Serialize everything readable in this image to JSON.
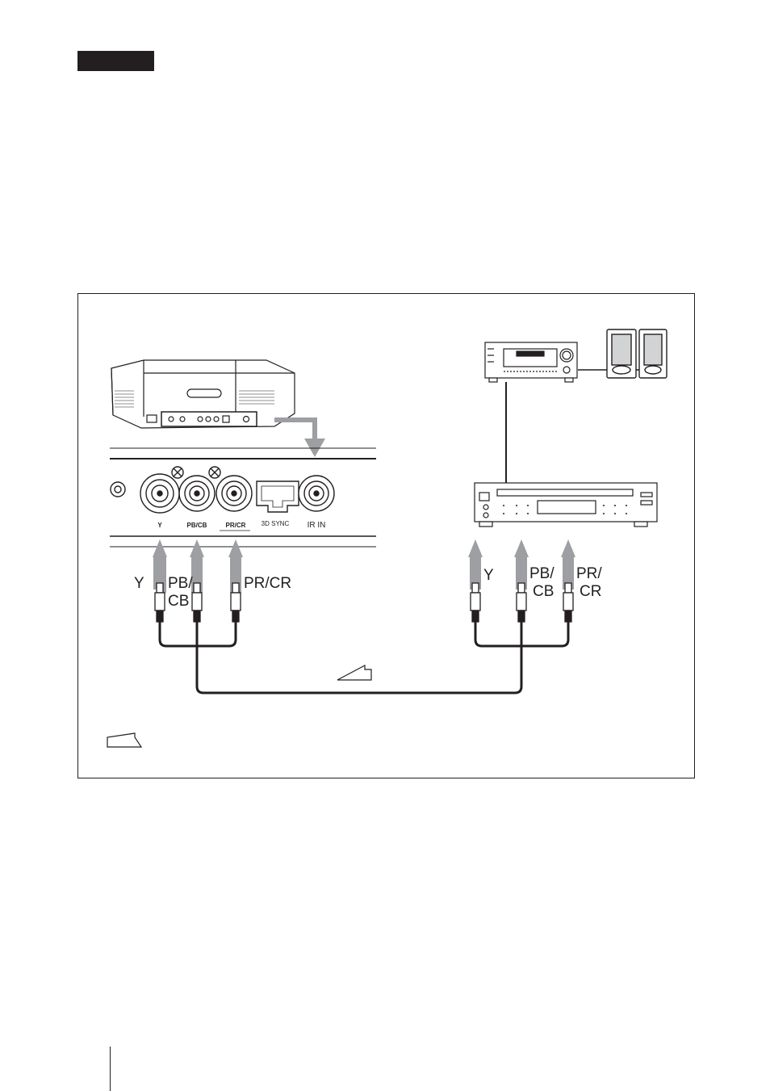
{
  "projector_panel": {
    "jack_labels": {
      "y": "Y",
      "pb_cb": "PB/CB",
      "pr_cr": "PR/CR",
      "sync": "3D SYNC",
      "ir_in": "IR IN"
    }
  },
  "projector_cable": {
    "y": "Y",
    "pb_line1": "PB/",
    "pb_line2": "CB",
    "pr": "PR/CR"
  },
  "equipment_cable": {
    "y": "Y",
    "pb_line1": "PB/",
    "pb_line2": "CB",
    "pr_line1": "PR/",
    "pr_line2": "CR"
  },
  "colors": {
    "ink": "#231f20",
    "arrow": "#9d9fa2",
    "panel": "#ffffff"
  }
}
